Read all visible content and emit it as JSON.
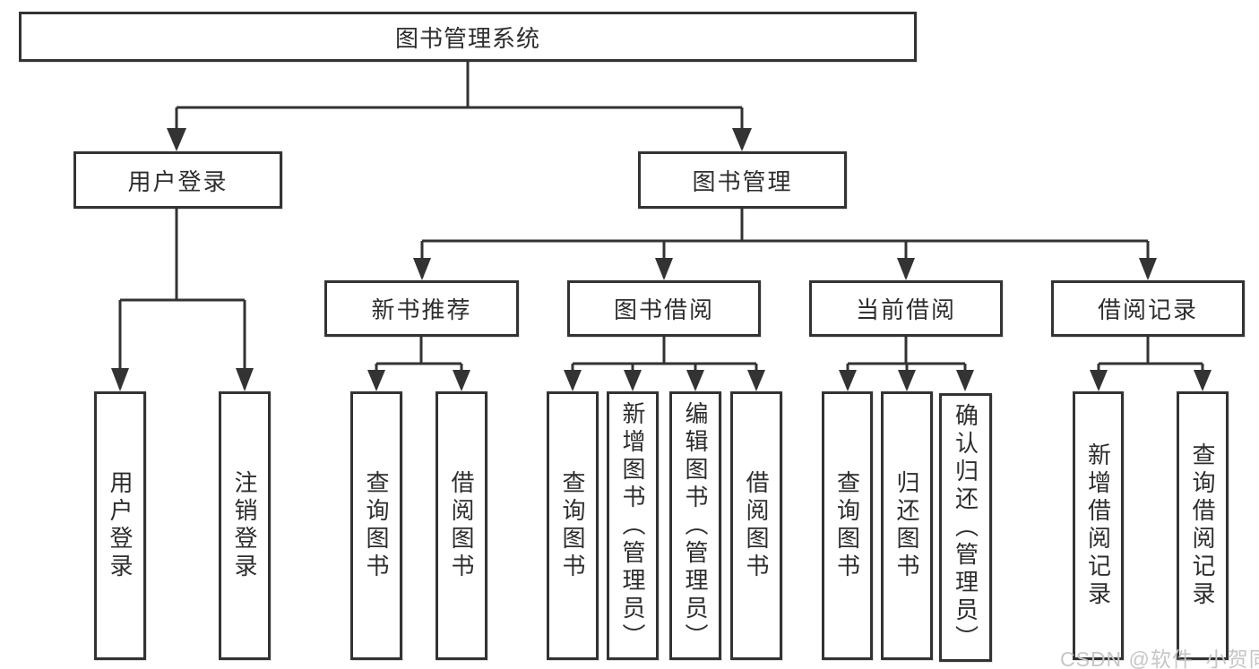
{
  "diagram": {
    "root": {
      "label": "图书管理系统"
    },
    "branches": [
      {
        "label": "用户登录",
        "children": [
          {
            "label": "用户登录"
          },
          {
            "label": "注销登录"
          }
        ]
      },
      {
        "label": "图书管理",
        "children": [
          {
            "label": "新书推荐",
            "children": [
              {
                "label": "查询图书"
              },
              {
                "label": "借阅图书"
              }
            ]
          },
          {
            "label": "图书借阅",
            "children": [
              {
                "label": "查询图书"
              },
              {
                "label": "新增图书（管理员）"
              },
              {
                "label": "编辑图书（管理员）"
              },
              {
                "label": "借阅图书"
              }
            ]
          },
          {
            "label": "当前借阅",
            "children": [
              {
                "label": "查询图书"
              },
              {
                "label": "归还图书"
              },
              {
                "label": "确认归还（管理员）"
              }
            ]
          },
          {
            "label": "借阅记录",
            "children": [
              {
                "label": "新增借阅记录"
              },
              {
                "label": "查询借阅记录"
              }
            ]
          }
        ]
      }
    ]
  },
  "watermark": {
    "text": "CSDN @软件_小贺同学"
  },
  "colors": {
    "line": "#333333",
    "box_border": "#333333",
    "text": "#2d2d2d",
    "background": "#ffffff",
    "watermark": "#c6c6c6"
  }
}
